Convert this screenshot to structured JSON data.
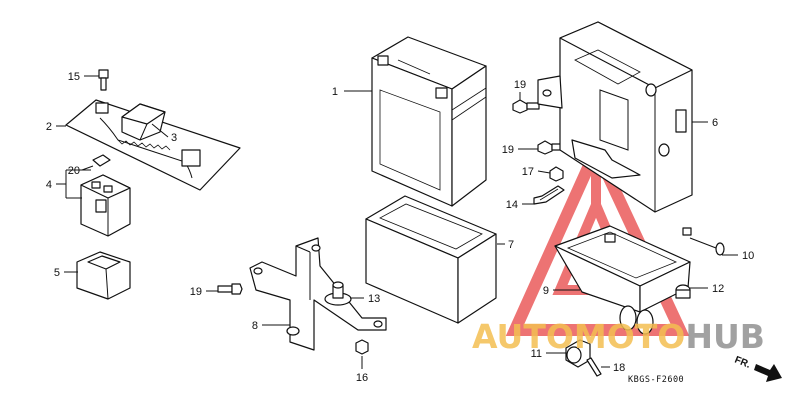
{
  "callouts": [
    "1",
    "2",
    "3",
    "4",
    "5",
    "6",
    "7",
    "8",
    "9",
    "10",
    "11",
    "12",
    "13",
    "14",
    "15",
    "16",
    "17",
    "18",
    "19",
    "19",
    "19",
    "20"
  ],
  "diagram_code": "KBGS-F2600",
  "front_indicator": "FR.",
  "watermark": {
    "part1": "AUTO",
    "part2": "MOTO",
    "part3": "HUB",
    "color_primary": "#f4bf52",
    "color_accent": "#e84545",
    "color_secondary": "#8a8a8a"
  }
}
